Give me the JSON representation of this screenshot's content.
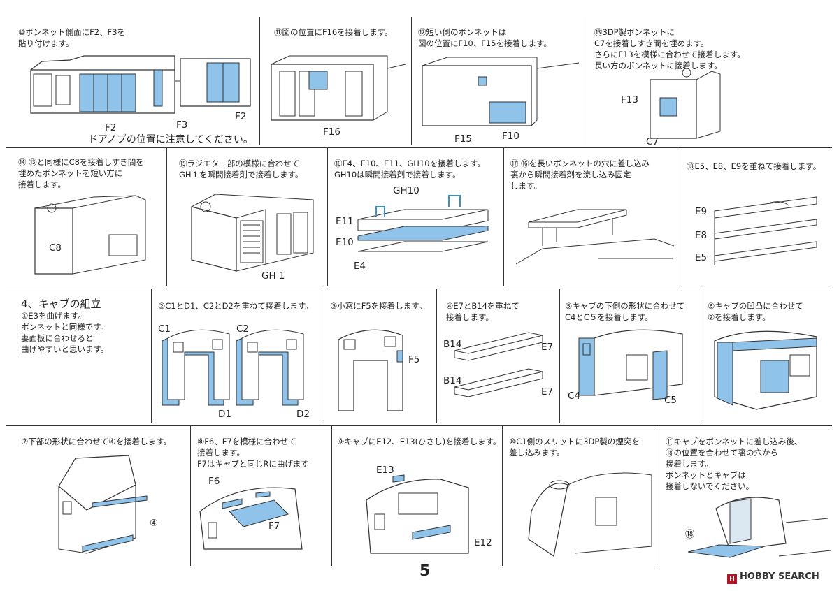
{
  "page_number": "5",
  "watermark": {
    "logo_text": "H",
    "text": "HOBBY SEARCH"
  },
  "row1": {
    "s10": {
      "text": "⑩ボンネット側面にF2、F3を\n貼り付けます。",
      "labels": [
        "F2",
        "F3",
        "F2"
      ],
      "note": "ドアノブの位置に注意してください。"
    },
    "s11": {
      "text": "⑪図の位置にF16を接着します。",
      "labels": [
        "F16"
      ]
    },
    "s12": {
      "text": "⑫短い側のボンネットは\n図の位置にF10、F15を接着します。",
      "labels": [
        "F15",
        "F10"
      ]
    },
    "s13": {
      "text": "⑬3DP製ボンネットに\nC7を接着しすき間を埋めます。\nさらにF13を模様に合わせて接着します。\n長い方のボンネットに接着します。",
      "labels": [
        "F13",
        "C7"
      ]
    }
  },
  "row2": {
    "s14": {
      "text": "⑭ ⑬と同様にC8を接着しすき間を\n埋めたボンネットを短い方に\n接着します。",
      "labels": [
        "C8"
      ]
    },
    "s15": {
      "text": "⑮ラジエター部の模様に合わせて\nGH１を瞬間接着剤で接着します。",
      "labels": [
        "GH 1"
      ]
    },
    "s16": {
      "text": "⑯E4、E10、E11、GH10を接着します。\nGH10は瞬間接着剤で接着します。",
      "labels": [
        "GH10",
        "E11",
        "E10",
        "E4"
      ]
    },
    "s17": {
      "text": "⑰ ⑯を長いボンネットの穴に差し込み\n裏から瞬間接着剤を流し込み固定\nします。"
    },
    "s18": {
      "text": "⑱E5、E8、E9を重ねて接着します。",
      "labels": [
        "E9",
        "E8",
        "E5"
      ]
    }
  },
  "row3": {
    "heading": "4、キャブの組立",
    "s1": {
      "text": "①E3を曲げます。\n  ボンネットと同様です。\n  妻面板に合わせると\n  曲げやすいと思います。"
    },
    "s2": {
      "text": "②C1とD1、C2とD2を重ねて接着します。",
      "labels": [
        "C1",
        "C2",
        "D1",
        "D2"
      ]
    },
    "s3": {
      "text": "③小窓にF5を接着します。",
      "labels": [
        "F5"
      ]
    },
    "s4": {
      "text": "④E7とB14を重ねて\n  接着します。",
      "labels": [
        "B14",
        "E7",
        "B14",
        "E7"
      ]
    },
    "s5": {
      "text": "⑤キャブの下側の形状に合わせて\n  C4とC５を接着します。",
      "labels": [
        "C4",
        "C5"
      ]
    },
    "s6": {
      "text": "⑥キャブの凹凸に合わせて\n  ②を接着します。"
    }
  },
  "row4": {
    "s7": {
      "text": "⑦下部の形状に合わせて④を接着します。",
      "labels": [
        "④"
      ]
    },
    "s8": {
      "text": "⑧F6、F7を模様に合わせて\n  接着します。\n  F7はキャブと同じRに曲げます",
      "labels": [
        "F6",
        "F7"
      ]
    },
    "s9": {
      "text": "⑨キャブにE12、E13(ひさし)を接着します。",
      "labels": [
        "E13",
        "E12"
      ]
    },
    "s10": {
      "text": "⑩C1側のスリットに3DP製の煙突を\n  差し込みます。"
    },
    "s11": {
      "text": "⑪キャブをボンネットに差し込み後、\n  ⑱の位置を合わせて裏の穴から\n  接着します。\n  ボンネットとキャブは\n  接着しないでください。",
      "labels": [
        "⑱"
      ]
    }
  },
  "colors": {
    "part_blue": "#8fc3ea",
    "line": "#333333"
  }
}
